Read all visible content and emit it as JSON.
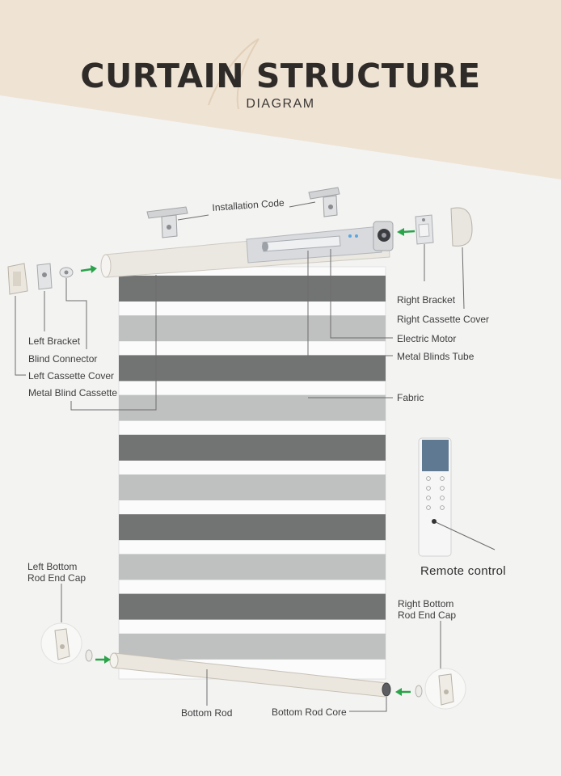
{
  "header": {
    "title": "CURTAIN STRUCTURE",
    "subtitle": "DIAGRAM"
  },
  "labels": {
    "installation_code": "Installation Code",
    "right_bracket": "Right Bracket",
    "right_cassette_cover": "Right Cassette Cover",
    "electric_motor": "Electric Motor",
    "metal_blinds_tube": "Metal Blinds Tube",
    "fabric": "Fabric",
    "left_bracket": "Left Bracket",
    "blind_connector": "Blind Connector",
    "left_cassette_cover": "Left Cassette Cover",
    "metal_blind_cassette": "Metal Blind Cassette",
    "left_bottom_line1": "Left Bottom",
    "left_bottom_line2": "Rod End Cap",
    "right_bottom_line1": "Right Bottom",
    "right_bottom_line2": "Rod End Cap",
    "bottom_rod": "Bottom Rod",
    "bottom_rod_core": "Bottom Rod Core",
    "remote_control": "Remote control"
  },
  "colors": {
    "header_band": "#efe3d4",
    "dark_stripe": "#727373",
    "light_stripe": "#bfc0c0",
    "arrow_green": "#2aa34a",
    "leader_line": "#6d6d6d"
  },
  "fabric_stripes": [
    "dark",
    "light",
    "dark",
    "light",
    "dark",
    "light",
    "dark",
    "light",
    "dark",
    "light"
  ]
}
